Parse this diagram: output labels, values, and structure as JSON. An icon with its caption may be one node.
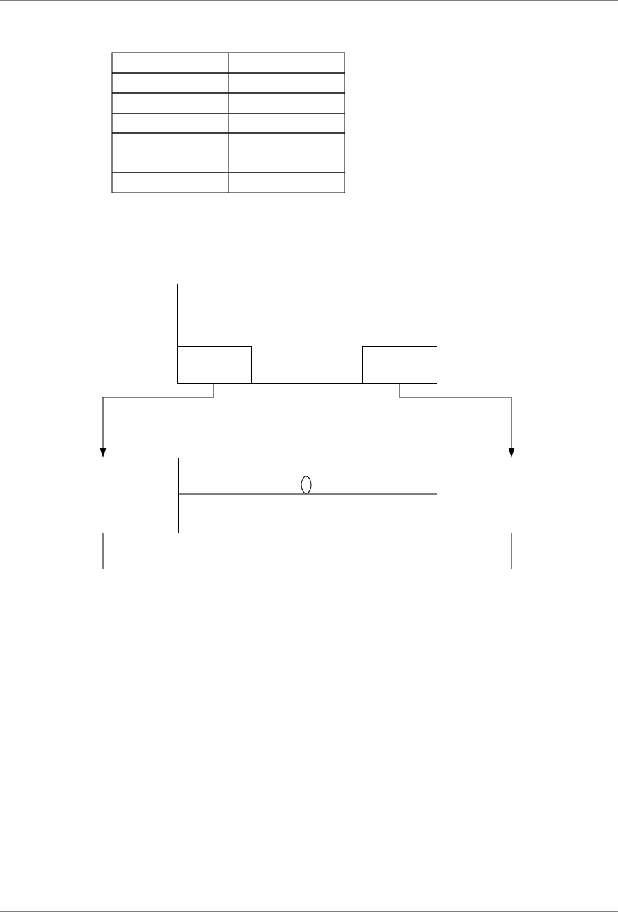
{
  "diagram": {
    "nodes": [
      {
        "text": [],
        "shape": "box"
      },
      {
        "text": [],
        "shape": "box",
        "in": 0
      },
      {
        "text": [],
        "shape": "box",
        "in": 0
      },
      {
        "text": [],
        "shape": "box"
      },
      {
        "text": [],
        "shape": "box"
      }
    ],
    "edges": [
      {
        "from": 1,
        "to": 3,
        "arrow": "to"
      },
      {
        "from": 2,
        "to": 4,
        "arrow": "to"
      },
      {
        "from": 3,
        "to": 4,
        "arrow": "none"
      },
      {
        "from": 3,
        "to": null,
        "arrow": "none"
      },
      {
        "from": 4,
        "to": null,
        "arrow": "none"
      }
    ]
  }
}
